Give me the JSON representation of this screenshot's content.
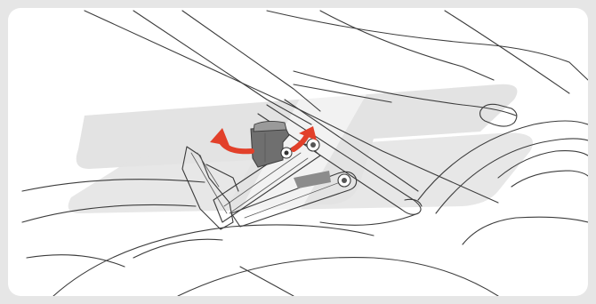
{
  "figure": {
    "background_color": "#e6e6e6",
    "panel_color": "#ffffff",
    "watermark_color": "#e3e3e3",
    "line_color": "#3c3c3c",
    "part_color": "#6f6f6f",
    "arrow_color": "#e2402a",
    "watermark": "logo",
    "arrows": [
      "rotate-left-arrow",
      "rotate-right-arrow"
    ]
  }
}
